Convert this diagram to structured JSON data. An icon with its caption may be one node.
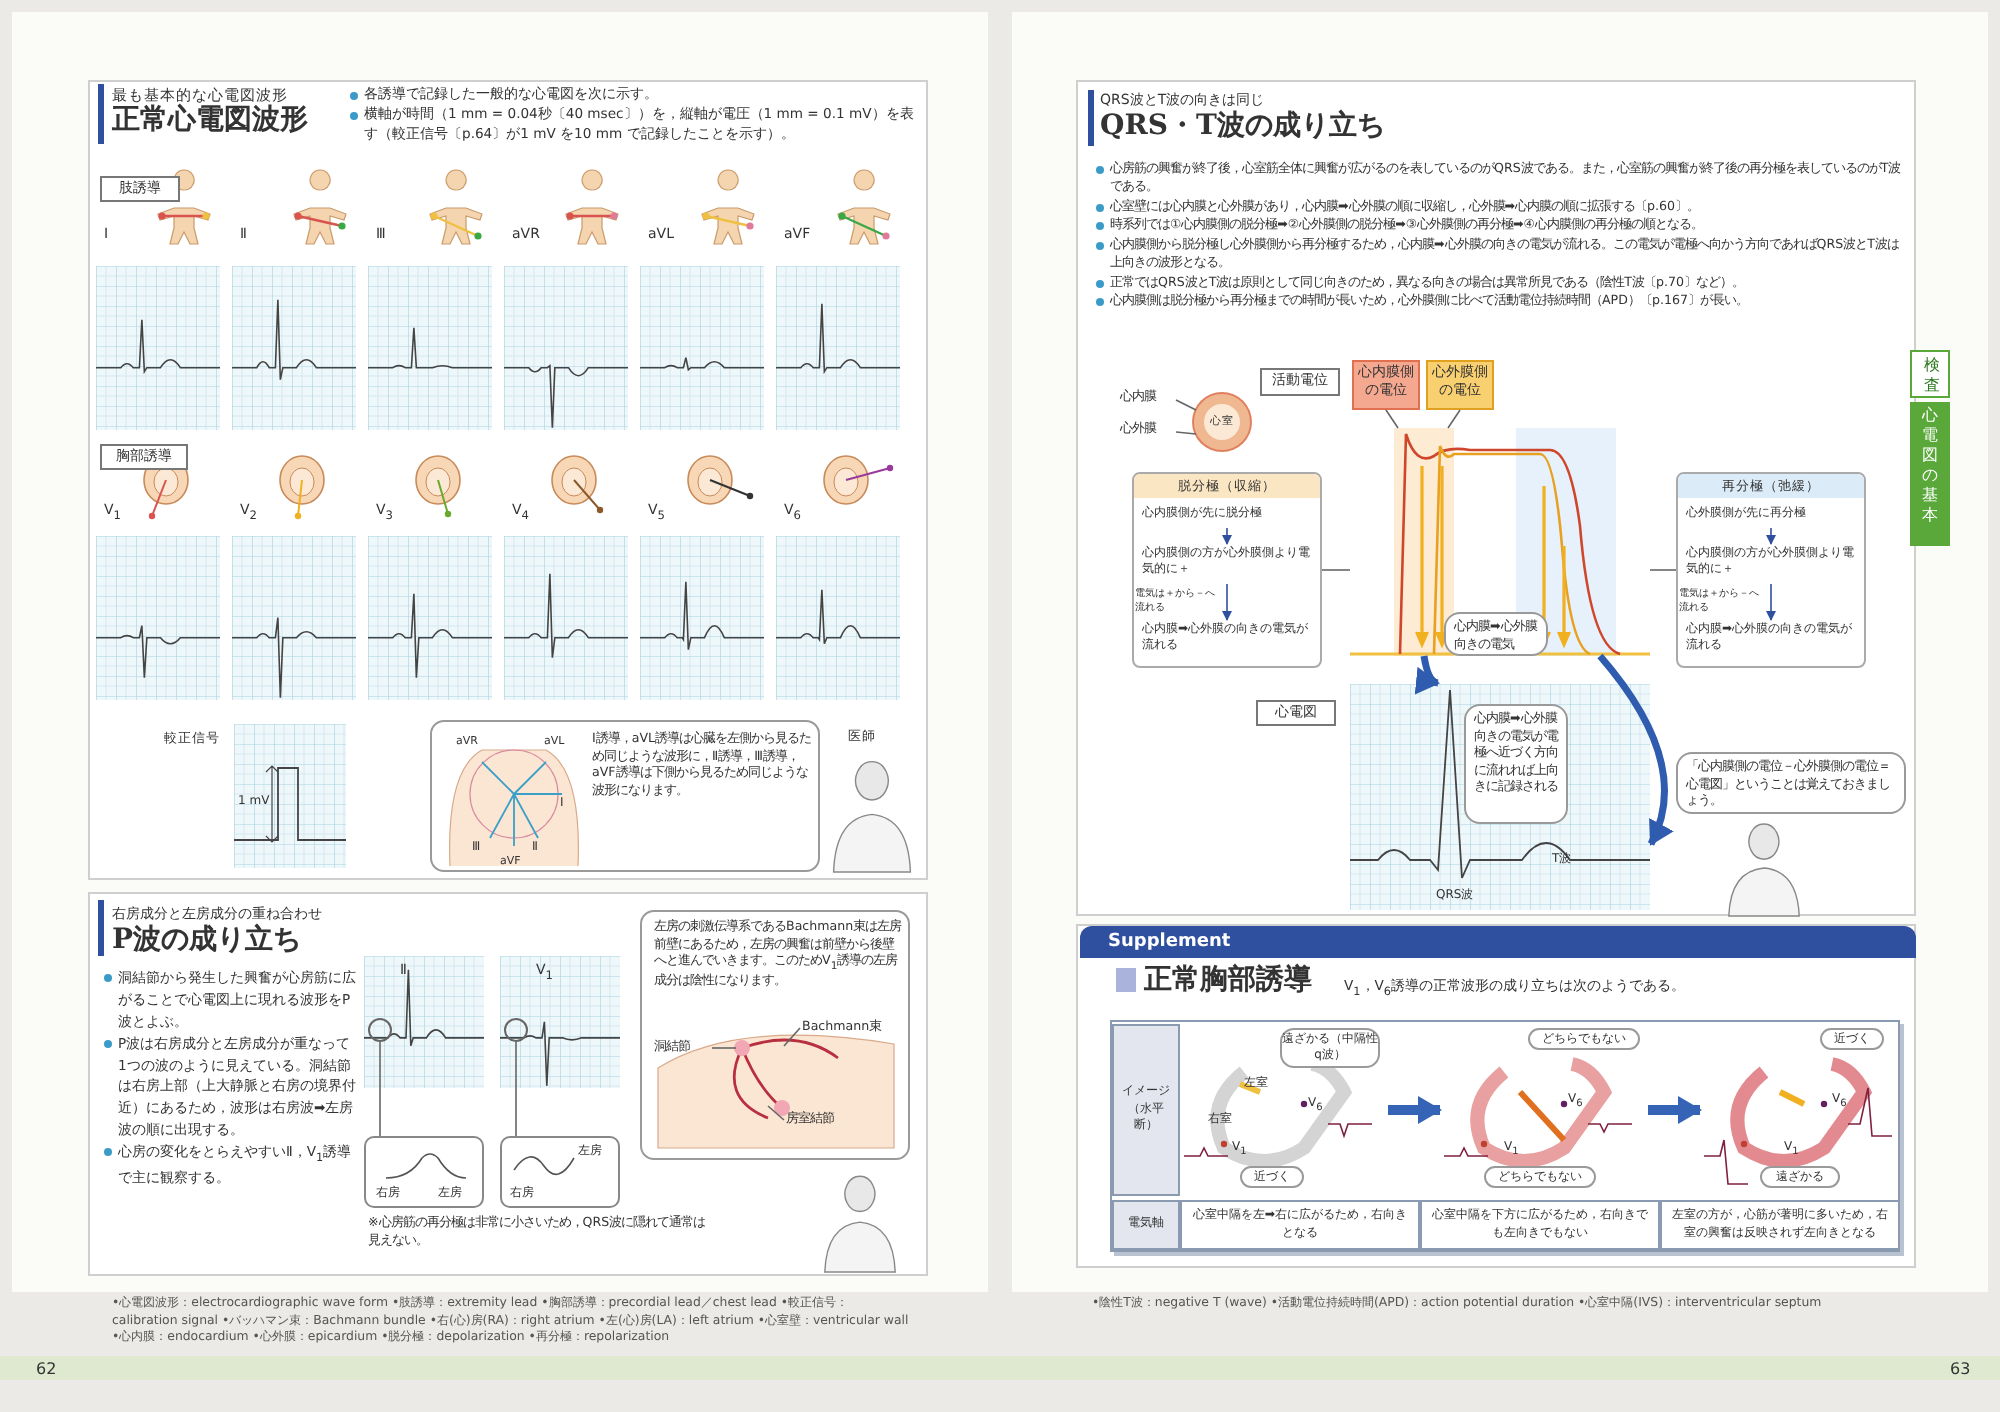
{
  "diagram": {
    "nodes": [
      {
        "text": [
          "肢誘導"
        ]
      },
      {
        "text": [
          "胸部誘導"
        ]
      },
      {
        "text": [
          "Ⅰ誘導，aVL誘導は心臓を左側から見るため同じような波形に，Ⅱ誘導，Ⅲ誘導，aVF誘導は下側から見るため同じような波形になります。"
        ]
      },
      {
        "text": [],
        "shape": "circle"
      },
      {
        "text": [],
        "shape": "circle"
      },
      {
        "text": [
          "右房",
          "左房"
        ]
      },
      {
        "text": [
          "左房",
          "右房"
        ]
      },
      {
        "text": [
          "左房の刺激伝導系であるBachmann束は左房前壁にあるため，左房の興奮は前壁から後壁へと進んでいきます。このためV$_{1}$誘導の左房成分は陰性になります。"
        ]
      },
      {
        "text": [
          "洞結節"
        ],
        "in": 7
      },
      {
        "text": [
          "Bachmann束"
        ],
        "in": 7
      },
      {
        "text": [
          "房室結節"
        ],
        "in": 7
      },
      {
        "text": [
          "心室"
        ]
      },
      {
        "text": [
          "心内膜"
        ]
      },
      {
        "text": [
          "心外膜"
        ]
      },
      {
        "text": [
          "活動電位"
        ]
      },
      {
        "text": [
          "心内膜側の電位"
        ]
      },
      {
        "text": [
          "心外膜側の電位"
        ]
      },
      {
        "text": [],
        "shape": "picture"
      },
      {
        "text": [
          "心内膜➡心外膜向きの電気"
        ],
        "in": 17
      },
      {
        "text": [
          "脱分極（収縮）"
        ]
      },
      {
        "text": [
          "心内膜側が先に脱分極"
        ],
        "in": 19
      },
      {
        "text": [
          "心内膜側の方が心外膜側より電気的に＋"
        ],
        "in": 19
      },
      {
        "text": [
          "心内膜➡心外膜の向きの電気が流れる"
        ],
        "in": 19
      },
      {
        "text": [
          "再分極（弛緩）"
        ]
      },
      {
        "text": [
          "心外膜側が先に再分極"
        ],
        "in": 23
      },
      {
        "text": [
          "心内膜側の方が心外膜側より電気的に＋"
        ],
        "in": 23
      },
      {
        "text": [
          "心内膜➡心外膜の向きの電気が流れる"
        ],
        "in": 23
      },
      {
        "text": [
          "心電図"
        ]
      },
      {
        "text": [],
        "shape": "picture"
      },
      {
        "text": [
          "心内膜➡心外膜向きの電気が電極へ近づく方向に流れれば上向きに記録される"
        ],
        "in": 28
      },
      {
        "text": [
          "「心内膜側の電位－心外膜側の電位＝心電図」ということは覚えておきましょう。"
        ]
      },
      {
        "text": [
          "検査"
        ]
      },
      {
        "text": [
          "心電図の基本"
        ]
      },
      {
        "text": [
          "Supplement"
        ]
      },
      {
        "text": [
          "イメージ（水平断）"
        ]
      },
      {
        "text": [
          "左室",
          "V$_{6}$",
          "右室",
          "V$_{1}$"
        ]
      },
      {
        "text": [
          "遠ざかる（中隔性q波）"
        ],
        "in": 35
      },
      {
        "text": [
          "近づく"
        ],
        "in": 35
      },
      {
        "text": [
          "V$_{6}$",
          "V$_{1}$"
        ]
      },
      {
        "text": [
          "どちらでもない"
        ],
        "in": 38
      },
      {
        "text": [
          "どちらでもない"
        ],
        "in": 38
      },
      {
        "text": [
          "V$_{6}$",
          "V$_{1}$"
        ]
      },
      {
        "text": [
          "近づく"
        ],
        "in": 41
      },
      {
        "text": [
          "遠ざかる"
        ],
        "in": 41
      },
      {
        "text": [
          "電気軸"
        ]
      },
      {
        "text": [
          "心室中隔を左➡右に広がるため，右向きとなる"
        ]
      },
      {
        "text": [
          "心室中隔を下方に広がるため，右向きでも左向きでもない"
        ]
      },
      {
        "text": [
          "左室の方が，心筋が著明に多いため，右室の興奮は反映されず左向きとなる"
        ]
      }
    ],
    "edges": [
      {
        "from": 8,
        "to": null,
        "arrow": "none"
      },
      {
        "from": 9,
        "to": null,
        "arrow": "none"
      },
      {
        "from": 10,
        "to": null,
        "arrow": "none"
      },
      {
        "from": 12,
        "to": 11,
        "arrow": "none"
      },
      {
        "from": 13,
        "to": 11,
        "arrow": "none"
      },
      {
        "from": 15,
        "to": 17,
        "arrow": "none"
      },
      {
        "from": 16,
        "to": 17,
        "arrow": "none"
      },
      {
        "from": 19,
        "to": 17,
        "arrow": "none"
      },
      {
        "from": 20,
        "to": 21,
        "arrow": "to",
        "color": "#2f4f9f"
      },
      {
        "from": 21,
        "to": 22,
        "arrow": "to",
        "label": "電気は＋から－へ流れる",
        "color": "#2f4f9f"
      },
      {
        "from": 23,
        "to": 17,
        "arrow": "none"
      },
      {
        "from": 24,
        "to": 25,
        "arrow": "to",
        "color": "#2f4f9f"
      },
      {
        "from": 25,
        "to": 26,
        "arrow": "to",
        "label": "電気は＋から－へ流れる",
        "color": "#2f4f9f"
      },
      {
        "from": 35,
        "to": 38,
        "arrow": "to",
        "style": "thick",
        "color": "#3563b5"
      },
      {
        "from": 38,
        "to": 41,
        "arrow": "to",
        "style": "thick",
        "color": "#3563b5"
      },
      {
        "from": 3,
        "to": 5,
        "arrow": "none"
      },
      {
        "from": 4,
        "to": 6,
        "arrow": "none"
      },
      {
        "from": 17,
        "to": 28,
        "arrow": "to",
        "style": "thick",
        "color": "#2f5cae"
      },
      {
        "from": 17,
        "to": 28,
        "arrow": "to",
        "style": "thick",
        "color": "#2f5cae"
      }
    ],
    "labels": [
      "最も基本的な心電図波形",
      "正常心電図波形",
      "各誘導で記録した一般的な心電図を次に示す。",
      "横軸が時間（1 mm = 0.04秒〔40 msec〕）を，縦軸が電圧（1 mm = 0.1 mV）を表す（較正信号〔p.64〕が1 mV を10 mm で記録したことを示す）。",
      "Ⅰ",
      "Ⅱ",
      "Ⅲ",
      "aVR",
      "aVL",
      "aVF",
      "V$_{1}$",
      "V$_{2}$",
      "V$_{3}$",
      "V$_{4}$",
      "V$_{5}$",
      "V$_{6}$",
      "較正信号",
      "1 mV",
      "aVR",
      "aVL",
      "Ⅰ",
      "Ⅲ",
      "aVF",
      "Ⅱ",
      "医師",
      "右房成分と左房成分の重ね合わせ",
      "P波の成り立ち",
      "洞結節から発生した興奮が心房筋に広がることで心電図上に現れる波形をP波とよぶ。",
      "P波は右房成分と左房成分が重なって1つの波のように見えている。洞結節は右房上部（上大静脈と右房の境界付近）にあるため，波形は右房波➡左房波の順に出現する。",
      "心房の変化をとらえやすいⅡ，V$_{1}$誘導で主に観察する。",
      "Ⅱ",
      "V$_{1}$",
      "※心房筋の再分極は非常に小さいため，QRS波に隠れて通常は見えない。",
      "QRS波とT波の向きは同じ",
      "QRS・T波の成り立ち",
      "心房筋の興奮が終了後，心室筋全体に興奮が広がるのを表しているのがQRS波である。また，心室筋の興奮が終了後の再分極を表しているのがT波である。",
      "心室壁には心内膜と心外膜があり，心内膜➡心外膜の順に収縮し，心外膜➡心内膜の順に拡張する〔p.60〕。",
      "時系列では①心内膜側の脱分極➡②心外膜側の脱分極➡③心外膜側の再分極➡④心内膜側の再分極の順となる。",
      "心内膜側から脱分極し心外膜側から再分極するため，心内膜➡心外膜の向きの電気が流れる。この電気が電極へ向かう方向であればQRS波とT波は上向きの波形となる。",
      "正常ではQRS波とT波は原則として同じ向きのため，異なる向きの場合は異常所見である（陰性T波〔p.70〕など）。",
      "心内膜側は脱分極から再分極までの時間が長いため，心外膜側に比べて活動電位持続時間（APD）〔p.167〕が長い。",
      "QRS波",
      "T波",
      "正常胸部誘導",
      "V$_{1}$，V$_{6}$誘導の正常波形の成り立ちは次のようである。",
      "•心電図波形：electrocardiographic wave form •肢誘導：extremity lead •胸部誘導：precordial lead／chest lead •較正信号：calibration signal •バッハマン束：Bachmann bundle •右(心)房(RA)：right atrium •左(心)房(LA)：left atrium •心室壁：ventricular wall •心内膜：endocardium •心外膜：epicardium •脱分極：depolarization •再分極：repolarization",
      "•陰性T波：negative T (wave) •活動電位持続時間(APD)：action potential duration •心室中隔(IVS)：interventricular septum",
      "62",
      "63"
    ]
  }
}
